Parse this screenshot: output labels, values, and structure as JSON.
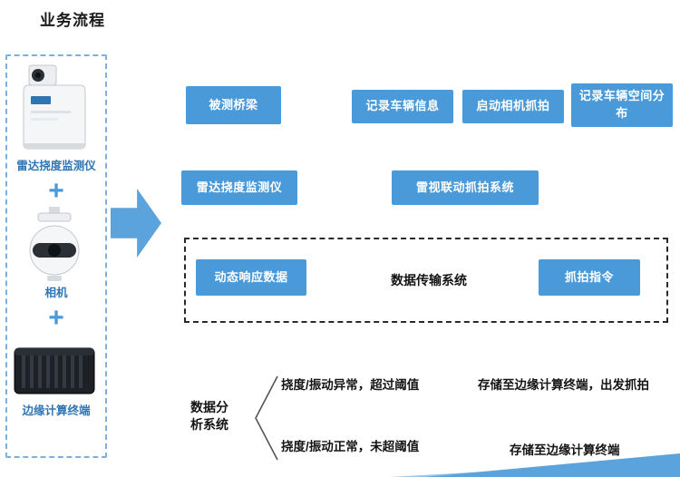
{
  "title": "业务流程",
  "colors": {
    "box_blue": "#4a9ad9",
    "label_blue": "#2e75b6",
    "arrow_blue": "#5ba3dc"
  },
  "device_stack": {
    "plus": "+",
    "items": [
      {
        "icon": "radar-monitor-icon",
        "label": "雷达挠度监测仪"
      },
      {
        "icon": "dome-camera-icon",
        "label": "相机"
      },
      {
        "icon": "edge-terminal-icon",
        "label": "边缘计算终端"
      }
    ]
  },
  "flow": {
    "row1": [
      {
        "label": "被测桥梁"
      },
      {
        "label": "记录车辆信息"
      },
      {
        "label": "启动相机抓拍"
      },
      {
        "label": "记录车辆空间分布"
      }
    ],
    "row2": [
      {
        "label": "雷达挠度监测仪"
      },
      {
        "label": "雷视联动抓拍系统"
      }
    ],
    "transmission": {
      "left_box": "动态响应数据",
      "center_label": "数据传输系统",
      "right_box": "抓拍指令"
    },
    "analysis": {
      "label": "数据分析系统",
      "branches": [
        {
          "condition": "挠度/振动异常，超过阈值",
          "result": "存储至边缘计算终端，出发抓拍"
        },
        {
          "condition": "挠度/振动正常，未超阈值",
          "result": "存储至边缘计算终端"
        }
      ]
    }
  }
}
